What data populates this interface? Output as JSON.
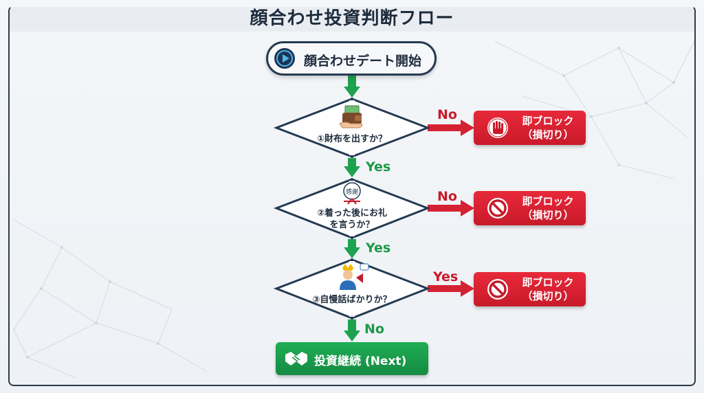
{
  "title": "顔合わせ投資判断フロー",
  "start": {
    "label": "顔合わせデート開始",
    "icon": "play-icon"
  },
  "decisions": [
    {
      "text": "①財布を出すか？",
      "icon": "wallet-icon"
    },
    {
      "text_line1": "②着った後にお礼",
      "text_line2": "を言うか？",
      "icon": "gift-thanks-icon",
      "badge": "感謝"
    },
    {
      "text": "③自慢話ばかりか？",
      "icon": "bragging-person-icon"
    }
  ],
  "edge_labels": {
    "d1_down": "Yes",
    "d2_down": "Yes",
    "d3_down": "No",
    "d1_right": "No",
    "d2_right": "No",
    "d3_right": "Yes"
  },
  "blocks": [
    {
      "line1": "即ブロック",
      "line2": "（損切り）",
      "icon": "stop-hand-icon"
    },
    {
      "line1": "即ブロック",
      "line2": "（損切り）",
      "icon": "prohibited-icon"
    },
    {
      "line1": "即ブロック",
      "line2": "（損切り）",
      "icon": "prohibited-icon"
    }
  ],
  "end": {
    "label": "投資継続 (Next)",
    "icon": "handshake-icon"
  },
  "colors": {
    "green": "#1b9a48",
    "red": "#c81a2a",
    "navy": "#243a52"
  }
}
